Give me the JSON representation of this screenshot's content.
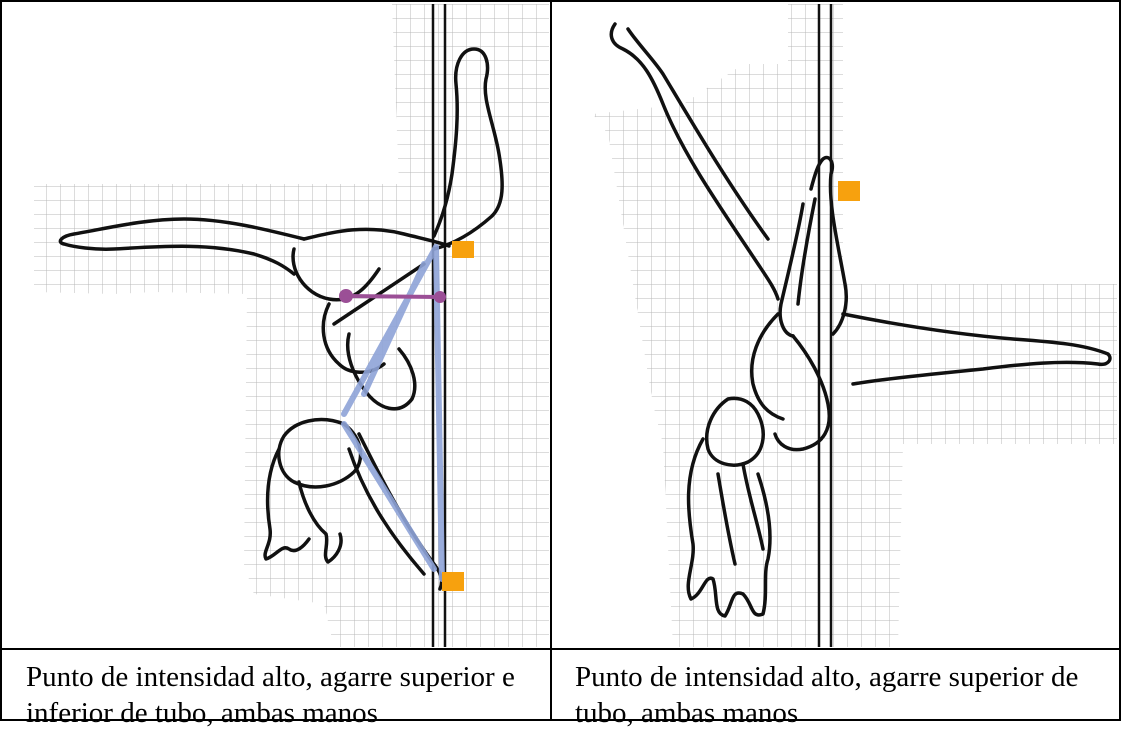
{
  "figures": [
    {
      "caption": "Punto de intensidad alto, agarre superior e inferior de tubo, ambas manos",
      "markers": [
        "orange-square",
        "orange-square"
      ],
      "annotations": [
        "blue-grip-lines",
        "purple-measure-bar"
      ]
    },
    {
      "caption": "Punto de intensidad alto, agarre superior de tubo, ambas manos",
      "markers": [
        "orange-square"
      ],
      "annotations": []
    }
  ],
  "colors": {
    "marker": "#f7a10e",
    "grip_line": "#8fa4d8",
    "measure_bar": "#9b4f96",
    "grid": "#b9b9b9",
    "ink": "#111111"
  }
}
